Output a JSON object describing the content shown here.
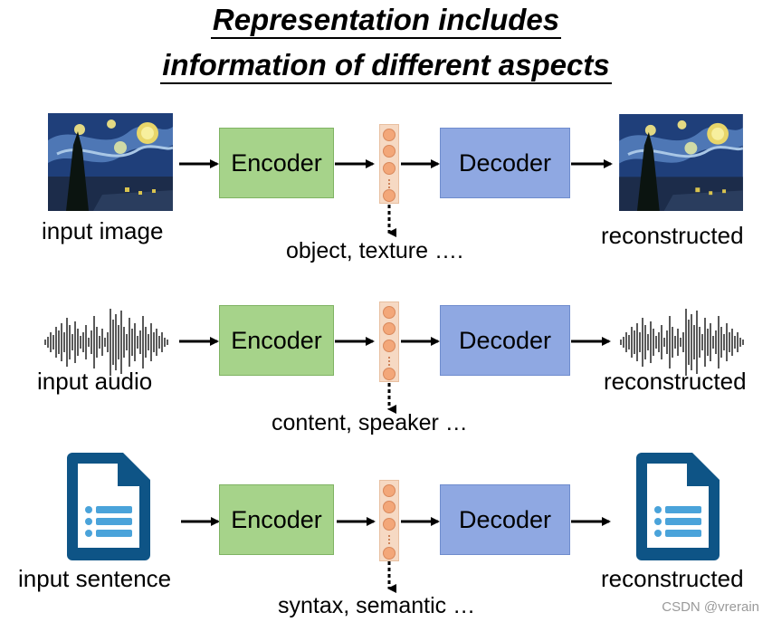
{
  "title": {
    "line1": "Representation includes",
    "line2": "information of different aspects"
  },
  "rows": [
    {
      "input_label": "input image",
      "encoder_label": "Encoder",
      "decoder_label": "Decoder",
      "output_label": "reconstructed",
      "aspect_label": "object, texture ….",
      "input_icon": "starry-night-painting-image"
    },
    {
      "input_label": "input audio",
      "encoder_label": "Encoder",
      "decoder_label": "Decoder",
      "output_label": "reconstructed",
      "aspect_label": "content, speaker …",
      "input_icon": "audio-waveform-icon"
    },
    {
      "input_label": "input sentence",
      "encoder_label": "Encoder",
      "decoder_label": "Decoder",
      "output_label": "reconstructed",
      "aspect_label": "syntax, semantic …",
      "input_icon": "document-icon"
    }
  ],
  "watermark": "CSDN @vrerain",
  "colors": {
    "encoder": "#a6d38a",
    "decoder": "#8fa8e2",
    "vector": "#f6d9c3",
    "document": "#0e5486",
    "document_lines": "#4aa3da"
  }
}
